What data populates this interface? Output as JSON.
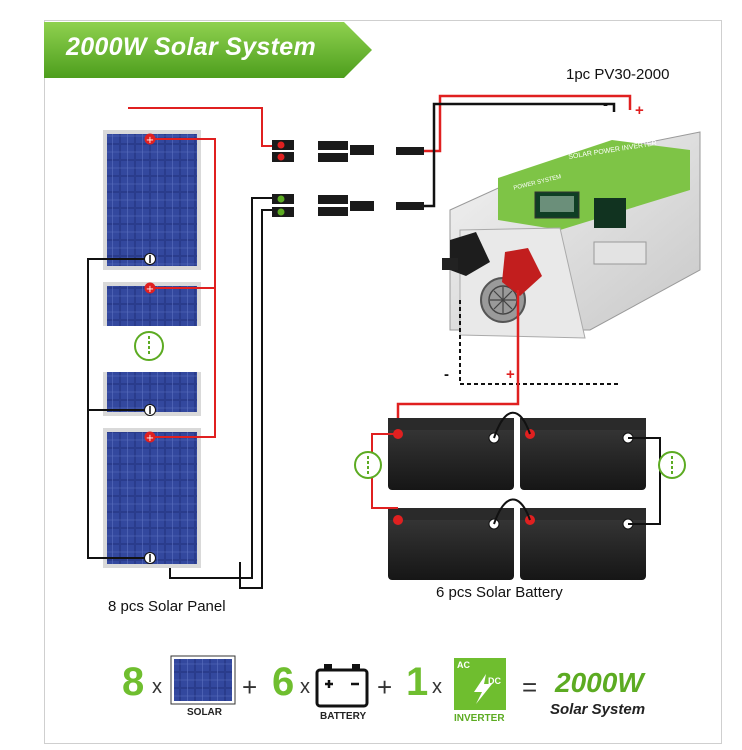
{
  "banner": {
    "title": "2000W Solar System"
  },
  "inverter": {
    "label": "1pc PV30-2000",
    "panel_title": "SOLAR POWER INVERTER",
    "screen_title": "POWER SYSTEM"
  },
  "polarity": {
    "positive": "+",
    "negative": "-"
  },
  "panels": {
    "label": "8 pcs Solar Panel"
  },
  "batteries": {
    "label": "6 pcs Solar Battery"
  },
  "legend": {
    "solar": {
      "count": "8",
      "times": "x",
      "caption": "SOLAR"
    },
    "plus1": "+",
    "battery": {
      "count": "6",
      "times": "x",
      "caption": "BATTERY"
    },
    "plus2": "+",
    "inverter": {
      "count": "1",
      "times": "x",
      "caption": "INVERTER",
      "ac": "AC",
      "dc": "DC"
    },
    "equals": "=",
    "result": {
      "power": "2000W",
      "subtitle": "Solar System"
    }
  },
  "colors": {
    "accent_green": "#6fbe2f",
    "wire_red": "#e02020",
    "wire_black": "#111111",
    "panel_blue": "#2b3f8f"
  }
}
